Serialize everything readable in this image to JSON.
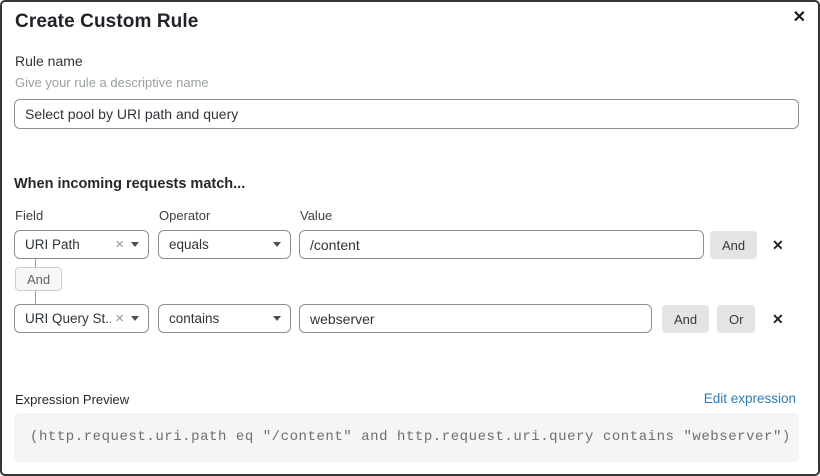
{
  "dialog": {
    "title": "Create Custom Rule"
  },
  "icons": {
    "close": "✕",
    "clear": "×",
    "delete_row": "✕"
  },
  "rule_name": {
    "label": "Rule name",
    "hint": "Give your rule a descriptive name",
    "value": "Select pool by URI path and query"
  },
  "match": {
    "heading": "When incoming requests match...",
    "columns": {
      "field": "Field",
      "operator": "Operator",
      "value": "Value"
    },
    "rows": [
      {
        "field": "URI Path",
        "operator": "equals",
        "value": "/content",
        "and_label": "And"
      },
      {
        "field": "URI Query St...",
        "operator": "contains",
        "value": "webserver",
        "and_label": "And",
        "or_label": "Or"
      }
    ],
    "connector": "And"
  },
  "expression_preview": {
    "label": "Expression Preview",
    "edit_link": "Edit expression",
    "code": "(http.request.uri.path eq \"/content\" and http.request.uri.query contains \"webserver\")"
  },
  "colors": {
    "link_blue": "#2f7bb6",
    "modal_border": "#363636",
    "control_border": "#8e8e8e",
    "button_gray": "#e4e4e4",
    "code_bg": "#f5f5f5"
  }
}
